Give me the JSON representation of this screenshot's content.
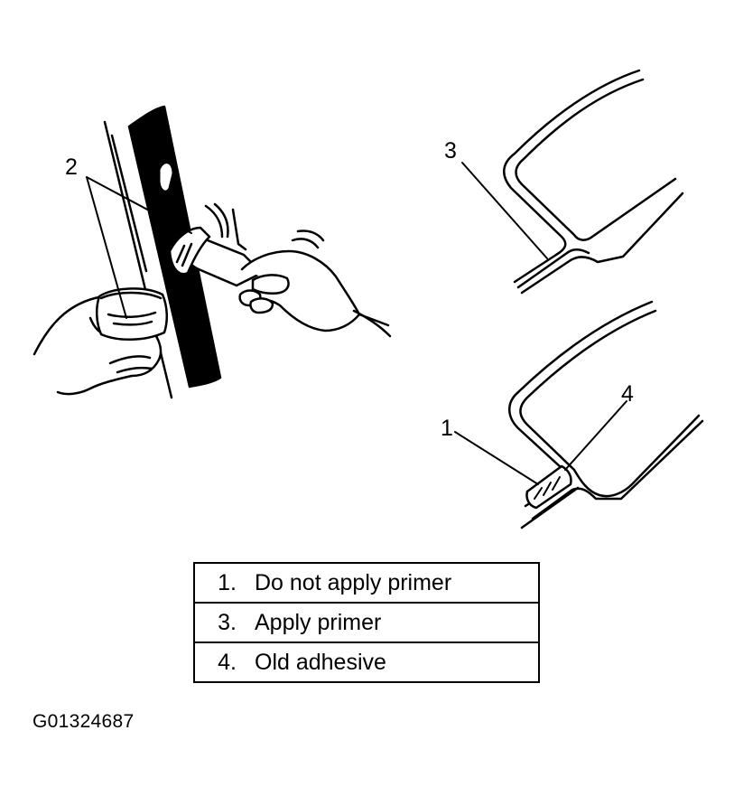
{
  "callouts": {
    "left": "2",
    "top_right": "3",
    "bottom_right_a": "1",
    "bottom_right_b": "4"
  },
  "legend": [
    {
      "number": "1.",
      "text": "Do not apply primer"
    },
    {
      "number": "3.",
      "text": "Apply primer"
    },
    {
      "number": "4.",
      "text": "Old adhesive"
    }
  ],
  "figure_id": "G01324687",
  "colors": {
    "ink": "#000000",
    "paper": "#ffffff"
  }
}
